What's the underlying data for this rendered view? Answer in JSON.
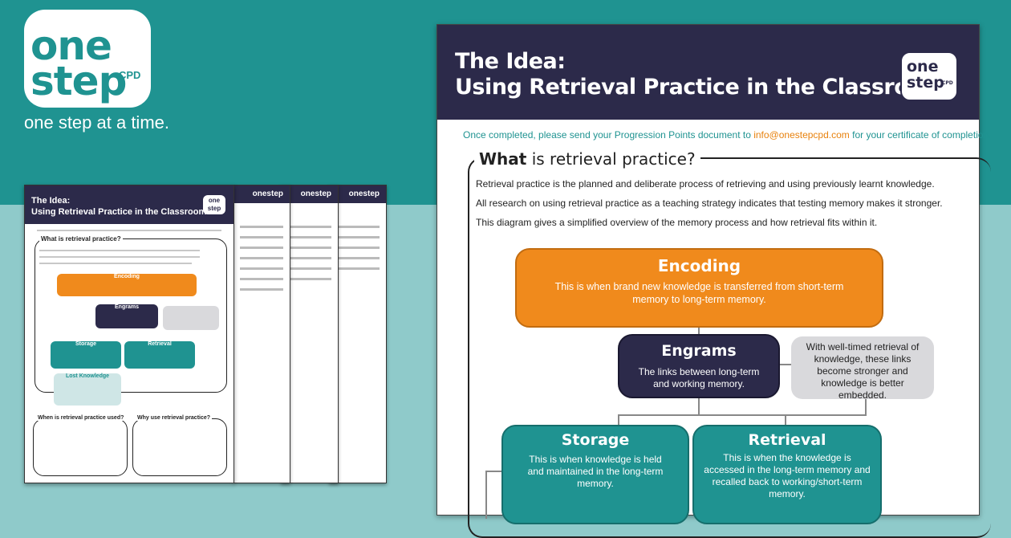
{
  "brand": {
    "logo_one": "one",
    "logo_step": "step",
    "logo_cpd": "CPD",
    "tagline": "one step at a time."
  },
  "thumbnails": {
    "brand_text": "onestep",
    "mini_title_line1": "The Idea:",
    "mini_title_line2": "Using Retrieval Practice in the Classroom",
    "mini_logo": "one step",
    "mini_section1": "What is retrieval practice?",
    "mini_encoding": "Encoding",
    "mini_engrams": "Engrams",
    "mini_storage": "Storage",
    "mini_retrieval": "Retrieval",
    "mini_lost": "Lost Knowledge",
    "mini_when": "When is retrieval practice used?",
    "mini_why": "Why use retrieval practice?"
  },
  "document": {
    "title_line1": "The Idea:",
    "title_line2": "Using Retrieval Practice in the Classroom",
    "logo_one": "one",
    "logo_step": "step",
    "logo_cpd": "CPD",
    "send_before": "Once completed, please send your Progression Points document to ",
    "send_email": "info@onestepcpd.com",
    "send_after": " for your certificate of completion.",
    "section_bold": "What",
    "section_rest": " is retrieval practice?",
    "para1": "Retrieval practice is the planned and deliberate process of retrieving and using previously learnt knowledge.",
    "para2": "All research on using retrieval practice as a teaching strategy indicates that testing memory makes it stronger.",
    "para3": "This diagram gives a simplified overview of the memory process and how retrieval fits within it.",
    "encoding_title": "Encoding",
    "encoding_text": "This is when brand new knowledge is transferred from short-term memory to long-term memory.",
    "engrams_title": "Engrams",
    "engrams_text": "The links between long-term and working memory.",
    "side_note": "With well-timed retrieval of knowledge, these links become stronger and knowledge is better embedded.",
    "storage_title": "Storage",
    "storage_text": "This is when knowledge is held and maintained in the long-term memory.",
    "retrieval_title": "Retrieval",
    "retrieval_text": "This is when the knowledge is accessed in the long-term memory and recalled back to working/short-term memory."
  }
}
